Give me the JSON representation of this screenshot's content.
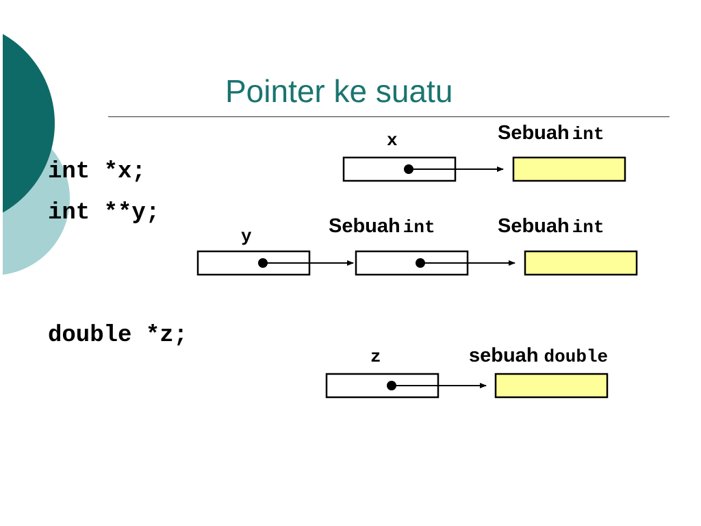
{
  "title": "Pointer ke suatu",
  "code": {
    "line1": "int *x;",
    "line2": "int **y;",
    "line3": "double *z;"
  },
  "labels": {
    "x": "x",
    "y": "y",
    "z": "z"
  },
  "captions": {
    "x_target_word": "Sebuah",
    "x_target_type": "int",
    "y_mid_word": "Sebuah",
    "y_mid_type": "int",
    "y_target_word": "Sebuah",
    "y_target_type": "int",
    "z_target_word": "sebuah",
    "z_target_type": "double"
  },
  "colors": {
    "title": "#1a7470",
    "dark_teal": "#0e6a66",
    "light_teal": "#a6d2d4",
    "value_box_fill": "#ffff99"
  }
}
